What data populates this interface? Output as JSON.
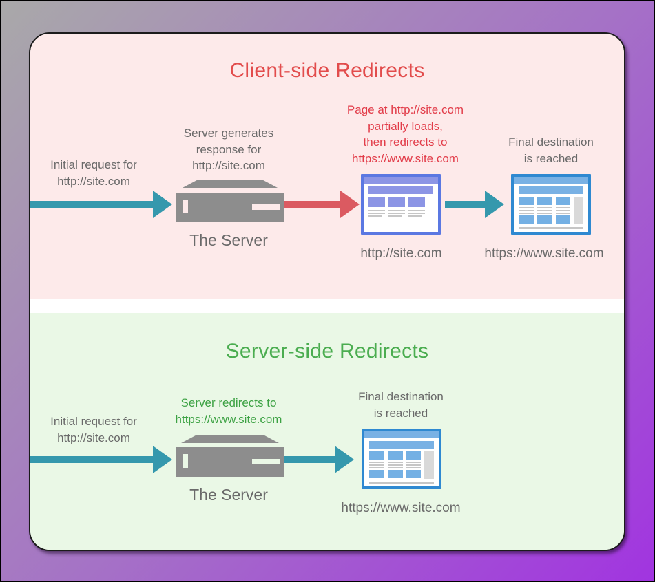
{
  "colors": {
    "background_gradient_start": "#a9a9a9",
    "background_gradient_end": "#a134e0",
    "client_section_bg": "#fdeaea",
    "server_section_bg": "#eaf8e6",
    "client_title": "#e24c4c",
    "server_title": "#4bad50",
    "client_note_red": "#e23c49",
    "server_note_green": "#3da244",
    "body_text_gray": "#6a6a6a",
    "teal_arrow": "#3598ad",
    "red_arrow": "#db5a61",
    "server_gray": "#8d8d8d",
    "partial_browser_border": "#5b78e2",
    "partial_browser_accent": "#8c95e5",
    "full_browser_border": "#2f89d1",
    "full_browser_accent": "#74b0e4"
  },
  "client_section": {
    "title": "Client-side Redirects",
    "initial_request_lines": [
      "Initial request for",
      "http://site.com"
    ],
    "server_caption_lines": [
      "Server generates",
      "response for",
      "http://site.com"
    ],
    "server_label": "The Server",
    "redirect_note_lines": [
      "Page at http://site.com",
      "partially loads,",
      "then redirects to",
      "https://www.site.com"
    ],
    "partial_page_url": "http://site.com",
    "final_caption_lines": [
      "Final destination",
      "is reached"
    ],
    "final_page_url": "https://www.site.com"
  },
  "server_section": {
    "title": "Server-side Redirects",
    "initial_request_lines": [
      "Initial request for",
      "http://site.com"
    ],
    "redirect_note_lines": [
      "Server redirects to",
      "https://www.site.com"
    ],
    "server_label": "The Server",
    "final_caption_lines": [
      "Final destination",
      "is reached"
    ],
    "final_page_url": "https://www.site.com"
  }
}
